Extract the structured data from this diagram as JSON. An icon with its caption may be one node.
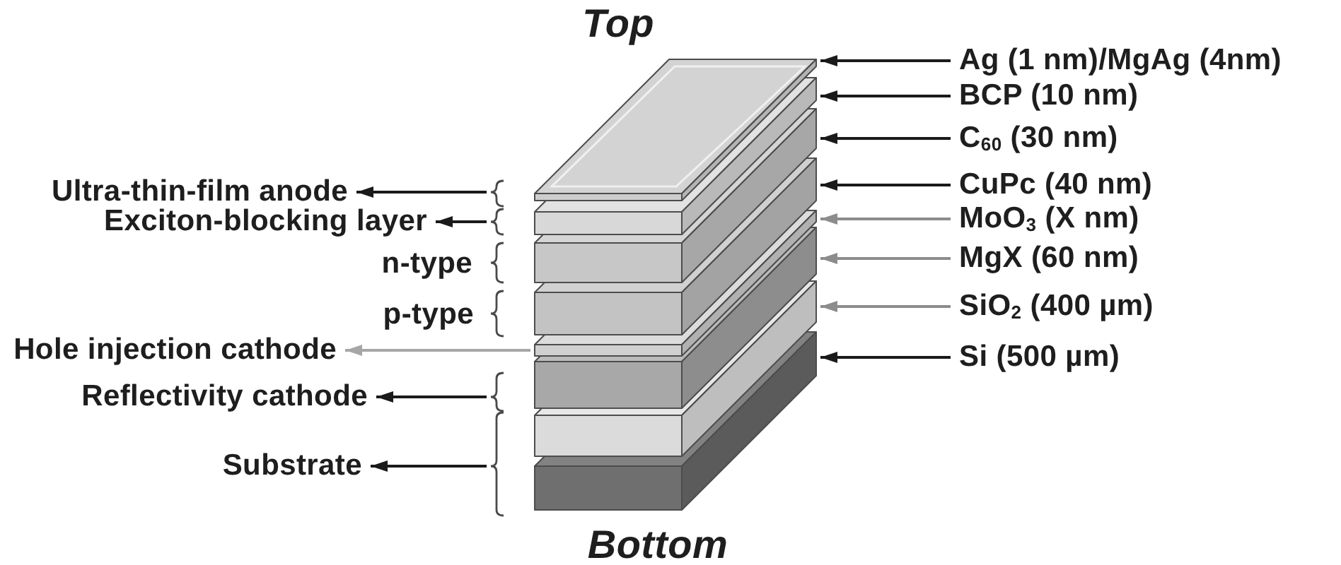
{
  "diagram": {
    "nodes": [
      {
        "text": [],
        "shape": "box"
      },
      {
        "text": [],
        "shape": "box"
      },
      {
        "text": [],
        "shape": "box"
      },
      {
        "text": [],
        "shape": "box"
      },
      {
        "text": [],
        "shape": "box"
      },
      {
        "text": [],
        "shape": "box"
      },
      {
        "text": [],
        "shape": "box"
      },
      {
        "text": [],
        "shape": "box"
      },
      {
        "text": [
          "Ag (1 nm)/MgAg (4nm)"
        ]
      },
      {
        "text": [
          "BCP (10 nm)"
        ]
      },
      {
        "text": [
          "C$_{60}$ (30 nm)"
        ]
      },
      {
        "text": [
          "CuPc (40 nm)"
        ]
      },
      {
        "text": [
          "MoO$_{3}$ (X nm)"
        ]
      },
      {
        "text": [
          "MgX (60 nm)"
        ]
      },
      {
        "text": [
          "SiO$_{2}$ (400 µm)"
        ]
      },
      {
        "text": [
          "Si (500 µm)"
        ]
      },
      {
        "text": [],
        "shape": "brace"
      },
      {
        "text": [],
        "shape": "brace"
      },
      {
        "text": [],
        "shape": "brace"
      },
      {
        "text": [],
        "shape": "brace"
      },
      {
        "text": [],
        "shape": "brace"
      },
      {
        "text": [],
        "shape": "brace"
      },
      {
        "text": [
          "Ultra-thin-film anode"
        ]
      },
      {
        "text": [
          "Exciton-blocking layer"
        ]
      },
      {
        "text": [
          "Hole injection cathode"
        ]
      },
      {
        "text": [
          "Reflectivity cathode"
        ]
      },
      {
        "text": [
          "Substrate"
        ]
      }
    ],
    "edges": [
      {
        "from": 8,
        "to": 0,
        "arrow": "to"
      },
      {
        "from": 9,
        "to": 1,
        "arrow": "to"
      },
      {
        "from": 10,
        "to": 2,
        "arrow": "to"
      },
      {
        "from": 11,
        "to": 3,
        "arrow": "to"
      },
      {
        "from": 12,
        "to": 4,
        "arrow": "to",
        "color": "#8c8c8c"
      },
      {
        "from": 13,
        "to": 5,
        "arrow": "to",
        "color": "#8c8c8c"
      },
      {
        "from": 14,
        "to": 6,
        "arrow": "to",
        "color": "#8c8c8c"
      },
      {
        "from": 15,
        "to": 7,
        "arrow": "to"
      },
      {
        "from": 16,
        "to": 22,
        "arrow": "to"
      },
      {
        "from": 17,
        "to": 23,
        "arrow": "to"
      },
      {
        "from": 4,
        "to": 24,
        "arrow": "to",
        "color": "#a6a6a6"
      },
      {
        "from": 20,
        "to": 25,
        "arrow": "to"
      },
      {
        "from": 21,
        "to": 26,
        "arrow": "to"
      }
    ],
    "labels": [
      "Top",
      "n-type",
      "p-type",
      "Bottom"
    ]
  }
}
